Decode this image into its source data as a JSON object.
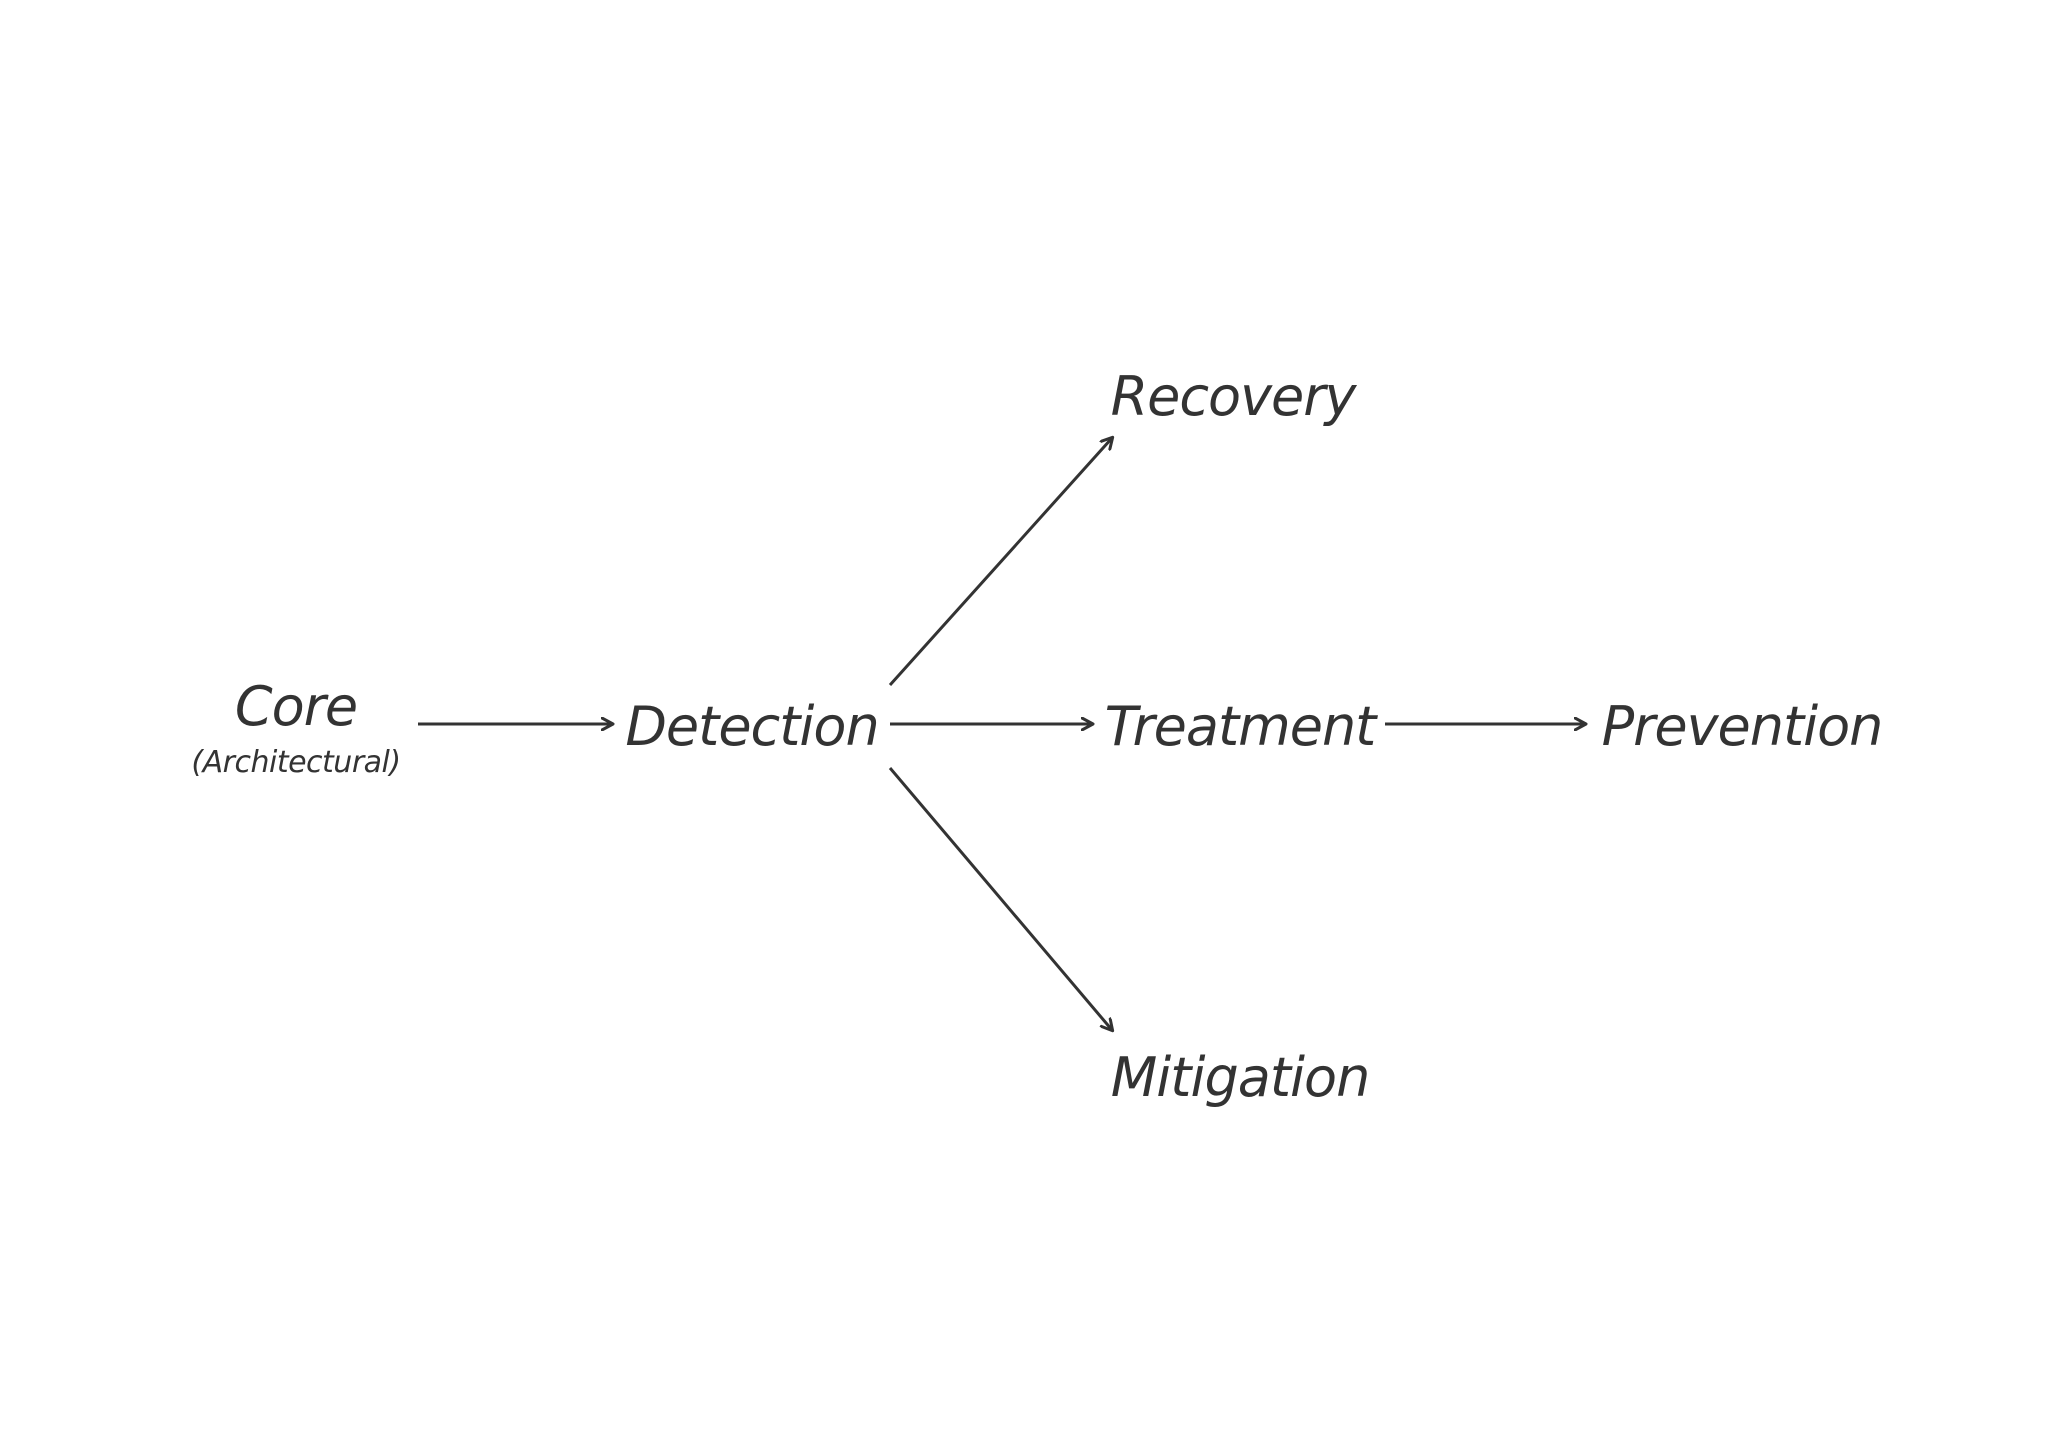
{
  "nodes": {
    "core": {
      "label": "Core",
      "sublabel": "(Architectural)"
    },
    "detection": {
      "label": "Detection"
    },
    "recovery": {
      "label": "Recovery"
    },
    "treatment": {
      "label": "Treatment"
    },
    "mitigation": {
      "label": "Mitigation"
    },
    "prevention": {
      "label": "Prevention"
    }
  },
  "edges": [
    {
      "from": "core",
      "to": "detection"
    },
    {
      "from": "detection",
      "to": "recovery"
    },
    {
      "from": "detection",
      "to": "treatment"
    },
    {
      "from": "detection",
      "to": "mitigation"
    },
    {
      "from": "treatment",
      "to": "prevention"
    }
  ],
  "colors": {
    "line": "#333333",
    "text": "#333333",
    "background": "#ffffff"
  }
}
